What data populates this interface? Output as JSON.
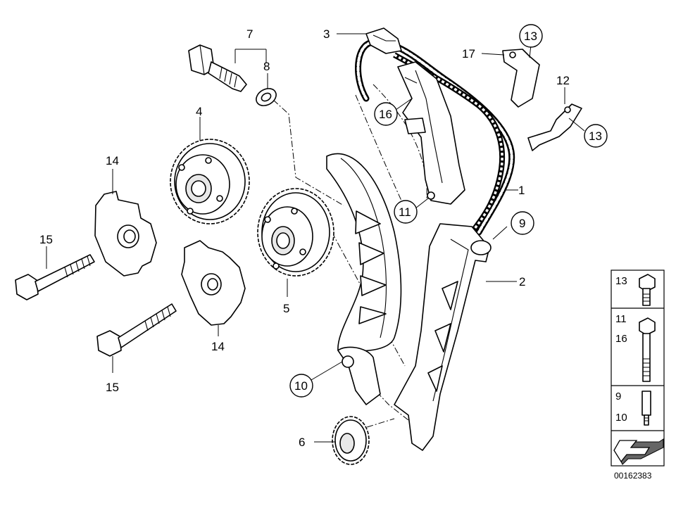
{
  "diagram": {
    "callouts": [
      {
        "id": "c1",
        "text": "1"
      },
      {
        "id": "c2",
        "text": "2"
      },
      {
        "id": "c3",
        "text": "3"
      },
      {
        "id": "c4",
        "text": "4"
      },
      {
        "id": "c5",
        "text": "5"
      },
      {
        "id": "c6",
        "text": "6"
      },
      {
        "id": "c7",
        "text": "7"
      },
      {
        "id": "c8",
        "text": "8"
      },
      {
        "id": "c9",
        "text": "9"
      },
      {
        "id": "c10",
        "text": "10"
      },
      {
        "id": "c11",
        "text": "11"
      },
      {
        "id": "c12",
        "text": "12"
      },
      {
        "id": "c13a",
        "text": "13"
      },
      {
        "id": "c13b",
        "text": "13"
      },
      {
        "id": "c14a",
        "text": "14"
      },
      {
        "id": "c14b",
        "text": "14"
      },
      {
        "id": "c15a",
        "text": "15"
      },
      {
        "id": "c15b",
        "text": "15"
      },
      {
        "id": "c16",
        "text": "16"
      },
      {
        "id": "c17",
        "text": "17"
      }
    ],
    "legend": {
      "rows": [
        {
          "labels": [
            "13"
          ]
        },
        {
          "labels": [
            "11",
            "16"
          ]
        },
        {
          "labels": [
            "9",
            "10"
          ]
        }
      ]
    },
    "reference_number": "00162383"
  }
}
